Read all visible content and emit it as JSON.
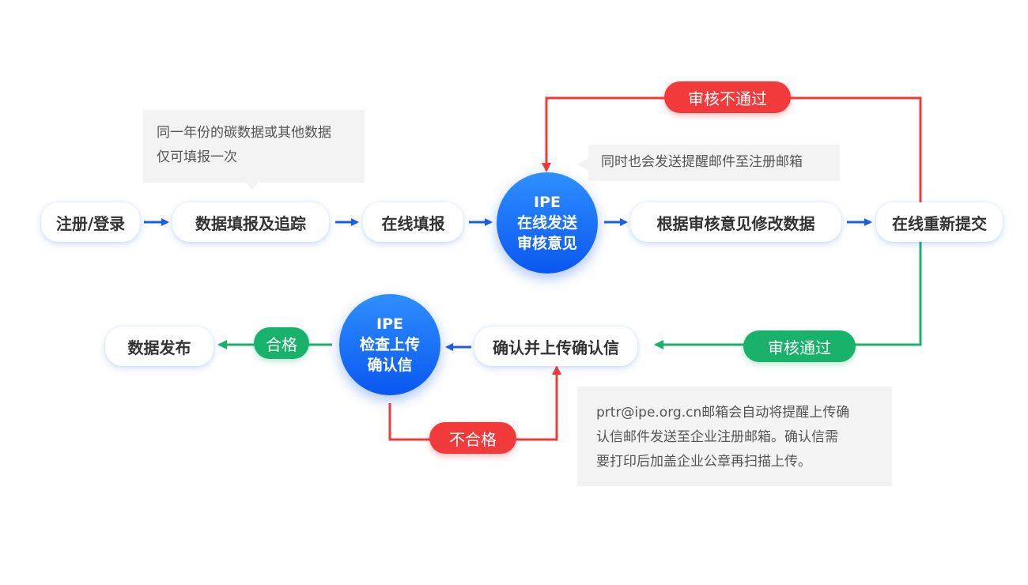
{
  "nodes": {
    "register": "注册/登录",
    "fill_track": "数据填报及追踪",
    "online_fill": "在线填报",
    "online_resubmit": "在线重新提交",
    "modify_data": "根据审核意见修改数据",
    "confirm_upload": "确认并上传确认信",
    "publish": "数据发布"
  },
  "circles": {
    "ipe_review": {
      "line1": "IPE",
      "line2": "在线发送",
      "line3": "审核意见"
    },
    "ipe_check": {
      "line1": "IPE",
      "line2": "检查上传",
      "line3": "确认信"
    }
  },
  "badges": {
    "review_fail": "审核不通过",
    "review_pass": "审核通过",
    "qualified": "合格",
    "unqualified": "不合格"
  },
  "notes": {
    "once_per_year": {
      "line1": "同一年份的碳数据或其他数据",
      "line2": "仅可填报一次"
    },
    "email_reminder": "同时也会发送提醒邮件至注册邮箱",
    "confirm_letter": {
      "line1": "prtr@ipe.org.cn邮箱会自动将提醒上传确",
      "line2": "认信邮件发送至企业注册邮箱。确认信需",
      "line3": "要打印后加盖企业公章再扫描上传。"
    }
  },
  "colors": {
    "flow_blue": "#1a5de8",
    "reject_red": "#f23a3a",
    "approve_green": "#18b26b",
    "circle_gradient_top": "#2f8fff",
    "circle_gradient_bottom": "#0a57f0",
    "note_background": "#f3f3f3"
  }
}
